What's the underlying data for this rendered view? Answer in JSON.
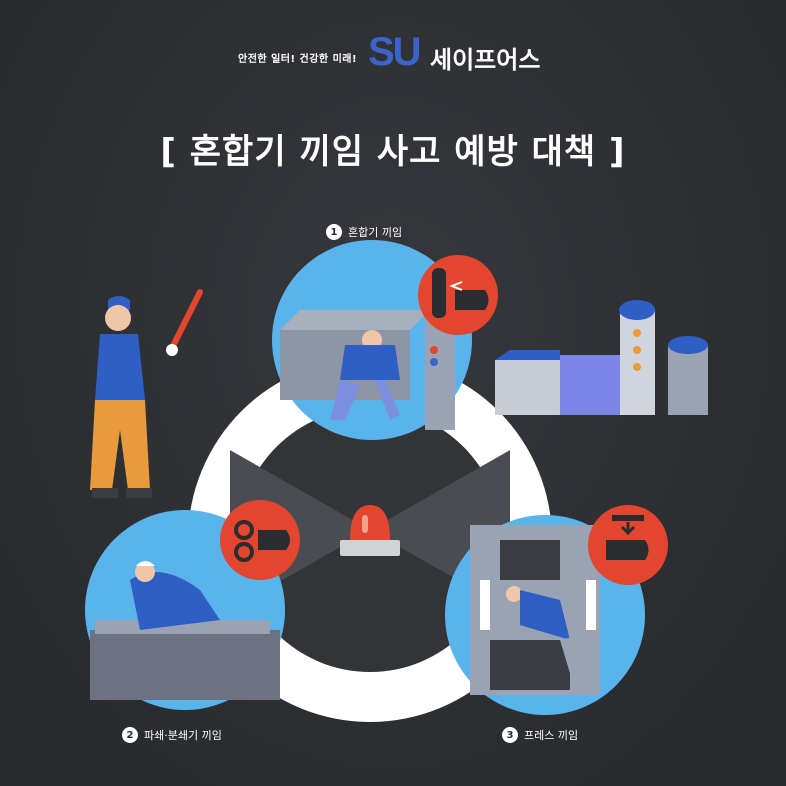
{
  "header": {
    "tagline": "안전한 일터! 건강한 미래!",
    "logo_mark": "SU",
    "logo_name": "세이프어스"
  },
  "title": "[ 혼합기 끼임 사고 예방 대책 ]",
  "steps": [
    {
      "number": "1",
      "label": "혼합기 끼임"
    },
    {
      "number": "2",
      "label": "파쇄·분쇄기 끼임"
    },
    {
      "number": "3",
      "label": "프레스 끼임"
    }
  ],
  "colors": {
    "background": "#2e3034",
    "brand_blue": "#3a64c8",
    "circle_blue": "#5ab4ec",
    "warning_red": "#e2462f"
  },
  "icons": [
    "hand-caught-roller-icon",
    "hand-caught-gears-icon",
    "hand-pressed-icon",
    "warning-siren-icon"
  ]
}
